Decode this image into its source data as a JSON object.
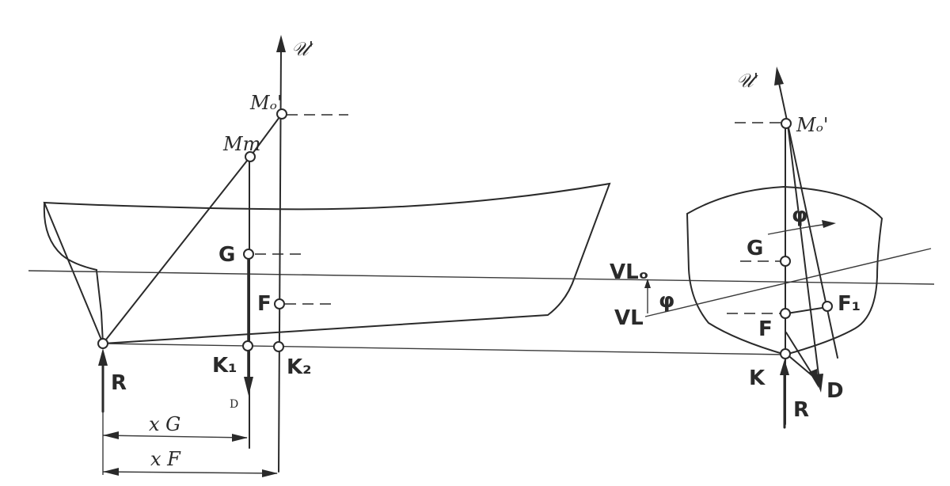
{
  "side_view": {
    "axis_label": "𝒰'",
    "metacenter_transverse": "Mₒ'",
    "metacenter_trim": "Mт",
    "gravity": "G",
    "buoyancy": "F",
    "keel_point_1": "K₁",
    "keel_point_2": "K₂",
    "reaction": "R",
    "displacement": "D",
    "dim_xg": "x G",
    "dim_xf": "x F"
  },
  "section_view": {
    "axis_label": "𝒰'",
    "metacenter": "Mₒ'",
    "heel_angle_top": "φ",
    "gravity": "G",
    "waterline_0": "VLₒ",
    "waterline": "VL",
    "heel_angle_side": "φ",
    "buoyancy": "F",
    "buoyancy_heeled": "F₁",
    "keel": "K",
    "reaction": "R",
    "displacement": "D"
  }
}
